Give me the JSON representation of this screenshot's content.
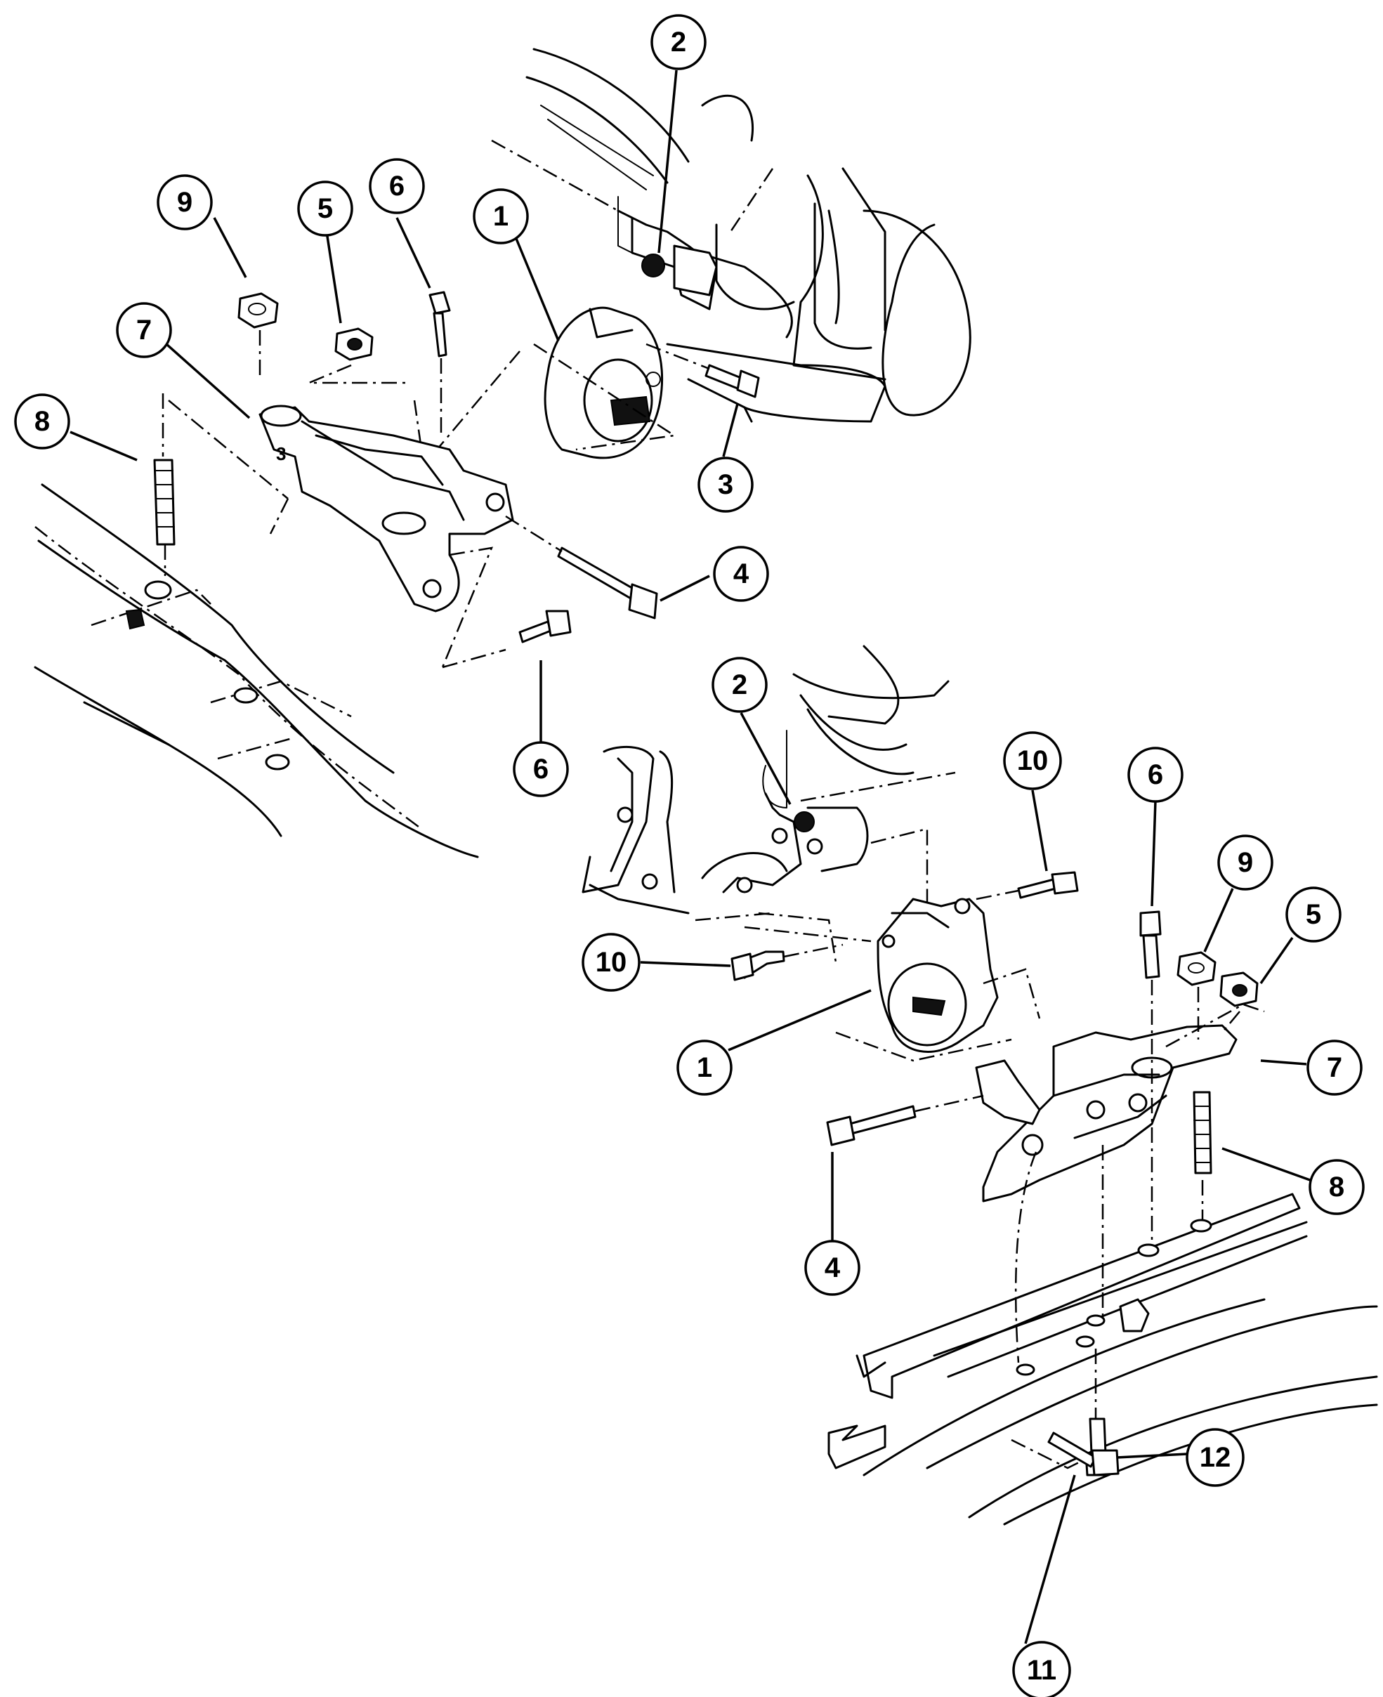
{
  "callouts": [
    {
      "id": "c2a",
      "label": "2"
    },
    {
      "id": "c1a",
      "label": "1"
    },
    {
      "id": "c9a",
      "label": "9"
    },
    {
      "id": "c5a",
      "label": "5"
    },
    {
      "id": "c6a",
      "label": "6"
    },
    {
      "id": "c7a",
      "label": "7"
    },
    {
      "id": "c8a",
      "label": "8"
    },
    {
      "id": "c3a",
      "label": "3"
    },
    {
      "id": "c4a",
      "label": "4"
    },
    {
      "id": "c6b",
      "label": "6"
    },
    {
      "id": "c2b",
      "label": "2"
    },
    {
      "id": "c10a",
      "label": "10"
    },
    {
      "id": "c6c",
      "label": "6"
    },
    {
      "id": "c9b",
      "label": "9"
    },
    {
      "id": "c5b",
      "label": "5"
    },
    {
      "id": "c10b",
      "label": "10"
    },
    {
      "id": "c1b",
      "label": "1"
    },
    {
      "id": "c7b",
      "label": "7"
    },
    {
      "id": "c8b",
      "label": "8"
    },
    {
      "id": "c4b",
      "label": "4"
    },
    {
      "id": "c12a",
      "label": "12"
    },
    {
      "id": "c11a",
      "label": "11"
    }
  ]
}
